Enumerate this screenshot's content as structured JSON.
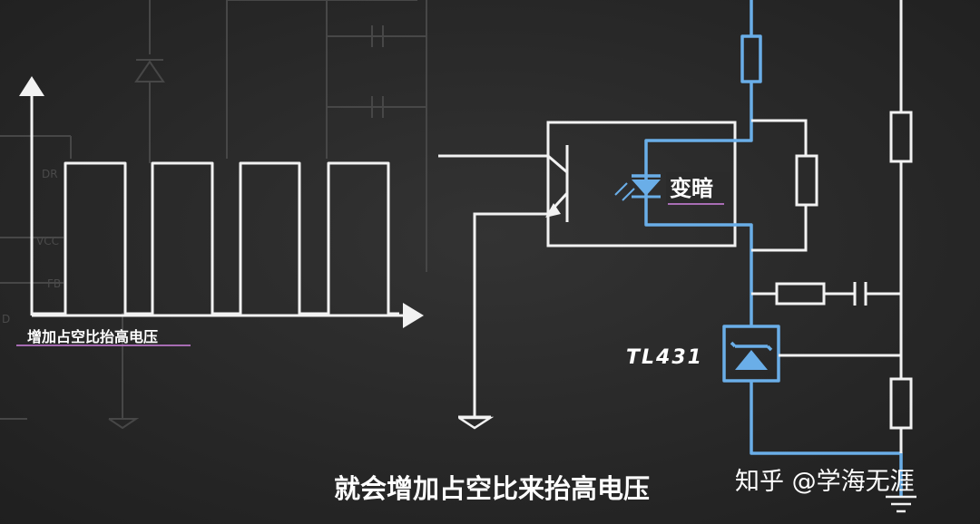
{
  "waveform": {
    "label": "增加占空比抬高电压",
    "pin_labels": [
      "DR",
      "VCC",
      "FB",
      "D"
    ]
  },
  "optocoupler": {
    "led_label": "变暗"
  },
  "regulator": {
    "label": "TL431"
  },
  "caption": "就会增加占空比来抬高电压",
  "watermark": "知乎 @学海无涯",
  "colors": {
    "background": "#2b2b2b",
    "wire": "#f2f2f2",
    "highlight": "#6aaee8",
    "label_underline": "#c77dd6",
    "ghost": "#4a4a4a"
  }
}
